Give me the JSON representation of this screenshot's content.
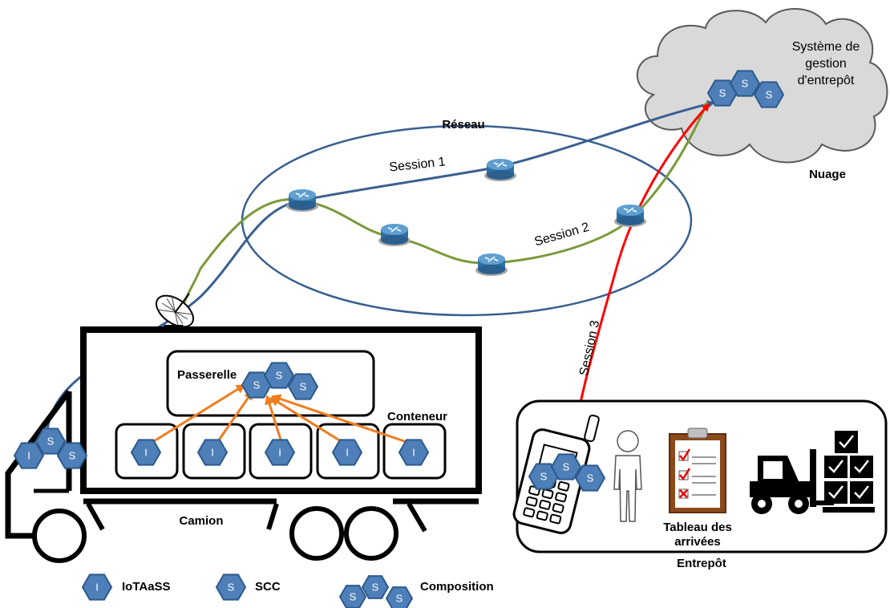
{
  "labels": {
    "cloud_title_1": "Système de",
    "cloud_title_2": "gestion",
    "cloud_title_3": "d'entrepôt",
    "cloud": "Nuage",
    "network": "Réseau",
    "session1": "Session 1",
    "session2": "Session 2",
    "session3": "Session 3",
    "gateway": "Passerelle",
    "container": "Conteneur",
    "truck": "Camion",
    "board_1": "Tableau des",
    "board_2": "arrivées",
    "warehouse": "Entrepôt"
  },
  "hex_letters": {
    "iotaass": "I",
    "scc": "S"
  },
  "legend": [
    {
      "symbol": "I",
      "label": "IoTAaSS"
    },
    {
      "symbol": "S",
      "label": "SCC"
    },
    {
      "symbol": "SSS",
      "label": "Composition"
    }
  ],
  "colors": {
    "hex_fill": "#4f7fb8",
    "hex_stroke": "#2d5a8c",
    "session1": "#3a5f8f",
    "session2": "#7a9a3a",
    "session3": "#ff0000",
    "arrow": "#f07c20",
    "cloud": "#d9d9d9",
    "router": "#2f6fa3"
  },
  "icons": [
    "router-icon",
    "satellite-dish-icon",
    "mobile-terminal-icon",
    "person-icon",
    "clipboard-icon",
    "forklift-icon",
    "pallet-boxes-icon"
  ]
}
